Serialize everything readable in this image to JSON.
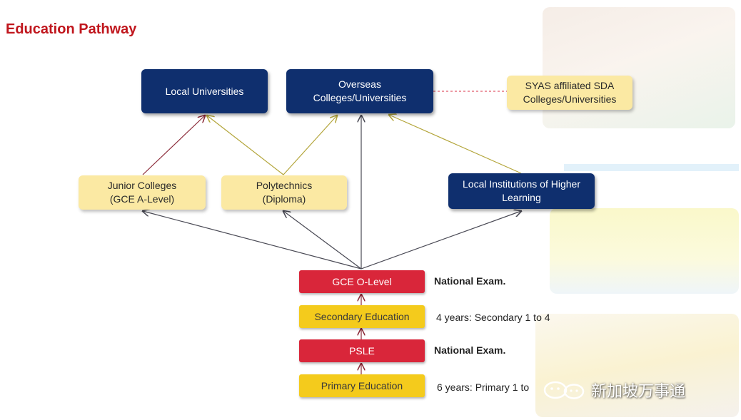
{
  "title": "Education Pathway",
  "boxes": {
    "local_universities": "Local Universities",
    "overseas_colleges": "Overseas\nColleges/Universities",
    "syas_sda": "SYAS affiliated SDA\nColleges/Universities",
    "junior_colleges": "Junior Colleges\n(GCE A-Level)",
    "polytechnics": "Polytechnics\n(Diploma)",
    "local_institutions": "Local Institutions of Higher\nLearning",
    "gce_o_level": "GCE O-Level",
    "secondary_education": "Secondary Education",
    "psle": "PSLE",
    "primary_education": "Primary Education"
  },
  "notes": {
    "o_level_note": "National Exam.",
    "secondary_note": "4 years: Secondary 1 to 4",
    "psle_note": "National Exam.",
    "primary_note": "6 years: Primary 1 to"
  },
  "watermark": {
    "text": "新加坡万事通",
    "logo_icon": "wechat-logo-icon"
  },
  "colors": {
    "title": "#c0161d",
    "navy_box": "#0f2f6e",
    "cream_box": "#fbe9a3",
    "exam_box": "#d9263a",
    "education_box": "#f4cb1c",
    "arrow_red": "#8b2a38",
    "arrow_olive": "#b3a53a",
    "arrow_gray": "#4a4a55"
  }
}
